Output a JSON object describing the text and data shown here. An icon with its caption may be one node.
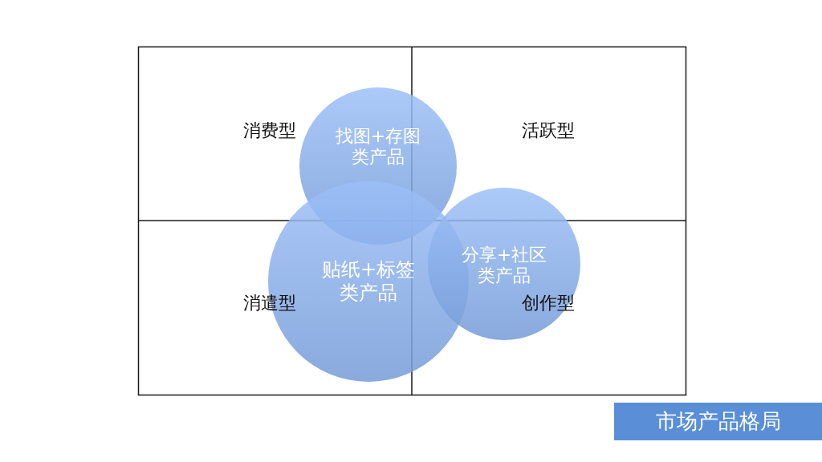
{
  "diagram": {
    "title": "市场产品格局",
    "nodes": [
      {
        "text": [
          "找图+存图类产品"
        ]
      },
      {
        "text": [
          "贴纸+标签类产品"
        ]
      },
      {
        "text": [
          "分享+社区类产品"
        ]
      }
    ],
    "labels": [
      "消费型",
      "活跃型",
      "消遣型",
      "创作型"
    ]
  }
}
